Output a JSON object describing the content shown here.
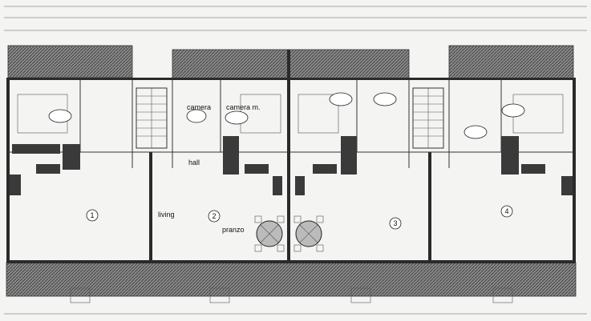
{
  "labels": {
    "camera": "camera",
    "camera_m": "camera m.",
    "hall": "hall",
    "living": "living",
    "pranzo": "pranzo"
  },
  "units": [
    "1",
    "2",
    "3",
    "4"
  ],
  "colors": {
    "paper": "#f4f4f2",
    "ink": "#222222"
  }
}
